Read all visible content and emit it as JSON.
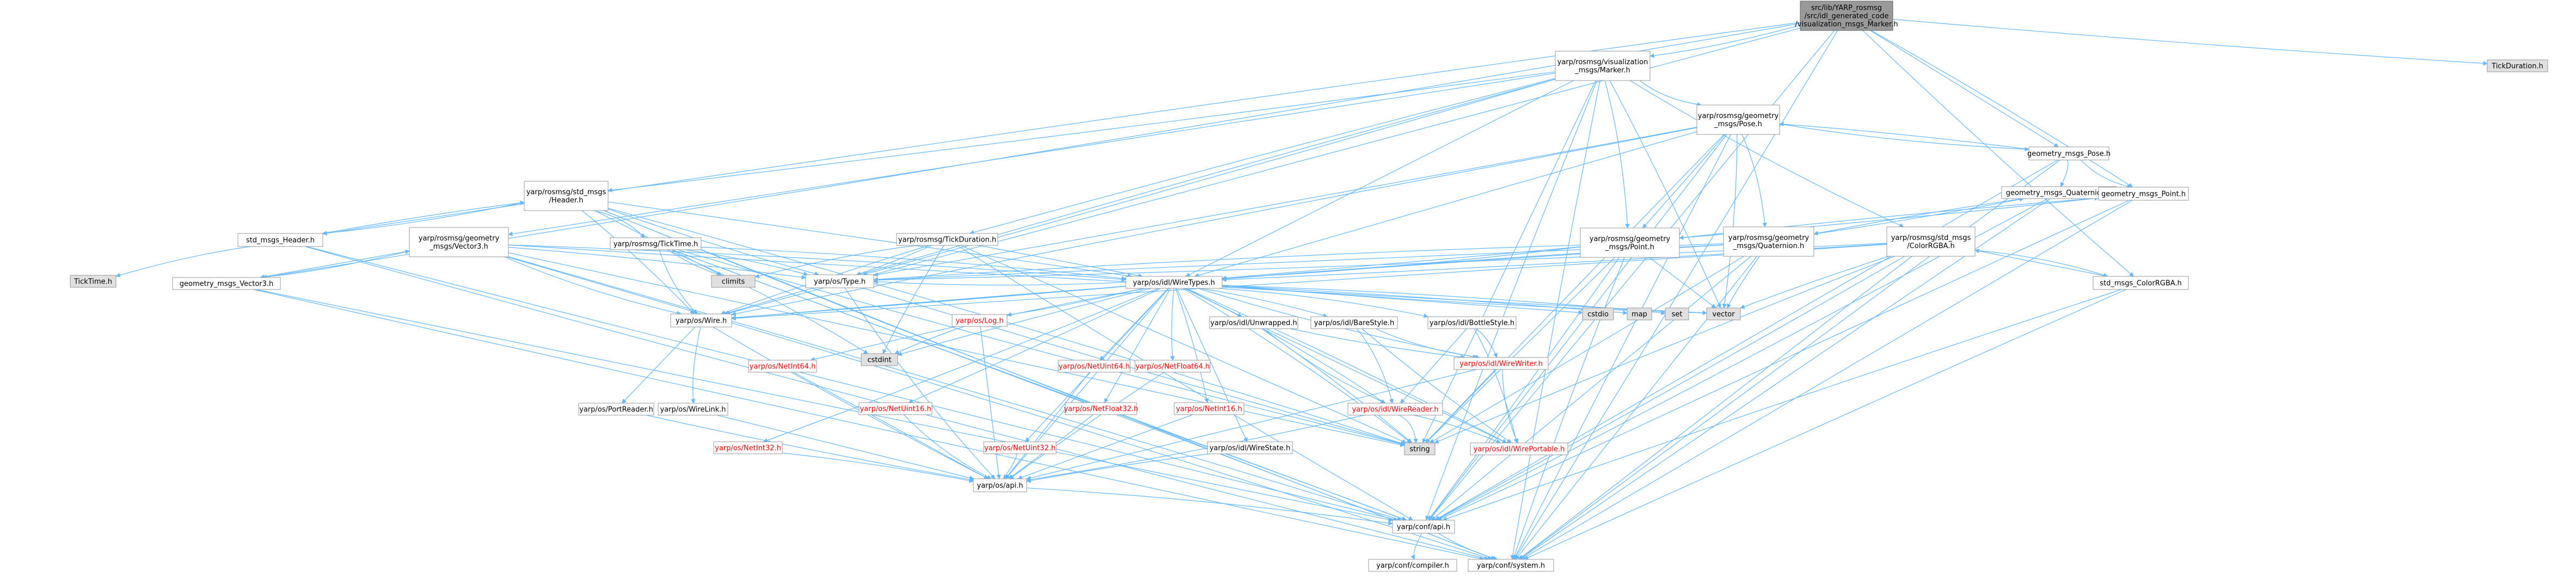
{
  "colors": {
    "node_fill": "#ffffff",
    "node_stroke": "#999999",
    "root_fill": "#999999",
    "root_stroke": "#666666",
    "ext_fill": "#e0e0e0",
    "ext_stroke": "#999999",
    "text": "#000000",
    "missing_text": "#ff0000",
    "edge": "#63b8ff"
  },
  "nodes": [
    {
      "id": "root",
      "lines": [
        "src/lib/YARP_rosmsg",
        "/src/idl_generated_code",
        "/visualization_msgs_Marker.h"
      ],
      "style": "root"
    },
    {
      "id": "marker",
      "lines": [
        "yarp/rosmsg/visualization",
        "_msgs/Marker.h"
      ],
      "style": "normal"
    },
    {
      "id": "tickduration_h",
      "lines": [
        "TickDuration.h"
      ],
      "style": "ext"
    },
    {
      "id": "pose",
      "lines": [
        "yarp/rosmsg/geometry",
        "_msgs/Pose.h"
      ],
      "style": "normal"
    },
    {
      "id": "gm_pose",
      "lines": [
        "geometry_msgs_Pose.h"
      ],
      "style": "normal"
    },
    {
      "id": "gm_quat",
      "lines": [
        "geometry_msgs_Quaternion.h"
      ],
      "style": "normal"
    },
    {
      "id": "gm_point",
      "lines": [
        "geometry_msgs_Point.h"
      ],
      "style": "normal"
    },
    {
      "id": "header",
      "lines": [
        "yarp/rosmsg/std_msgs",
        "/Header.h"
      ],
      "style": "normal"
    },
    {
      "id": "std_header",
      "lines": [
        "std_msgs_Header.h"
      ],
      "style": "normal"
    },
    {
      "id": "ticktime_ext",
      "lines": [
        "TickTime.h"
      ],
      "style": "ext"
    },
    {
      "id": "vector3",
      "lines": [
        "yarp/rosmsg/geometry",
        "_msgs/Vector3.h"
      ],
      "style": "normal"
    },
    {
      "id": "gm_vector3",
      "lines": [
        "geometry_msgs_Vector3.h"
      ],
      "style": "normal"
    },
    {
      "id": "ticktime",
      "lines": [
        "yarp/rosmsg/TickTime.h"
      ],
      "style": "normal"
    },
    {
      "id": "tickdur",
      "lines": [
        "yarp/rosmsg/TickDuration.h"
      ],
      "style": "normal"
    },
    {
      "id": "point",
      "lines": [
        "yarp/rosmsg/geometry",
        "_msgs/Point.h"
      ],
      "style": "normal"
    },
    {
      "id": "quat",
      "lines": [
        "yarp/rosmsg/geometry",
        "_msgs/Quaternion.h"
      ],
      "style": "normal"
    },
    {
      "id": "colorrgba",
      "lines": [
        "yarp/rosmsg/std_msgs",
        "/ColorRGBA.h"
      ],
      "style": "normal"
    },
    {
      "id": "std_color",
      "lines": [
        "std_msgs_ColorRGBA.h"
      ],
      "style": "normal"
    },
    {
      "id": "climits",
      "lines": [
        "climits"
      ],
      "style": "ext"
    },
    {
      "id": "type",
      "lines": [
        "yarp/os/Type.h"
      ],
      "style": "normal"
    },
    {
      "id": "wiretypes",
      "lines": [
        "yarp/os/idl/WireTypes.h"
      ],
      "style": "normal"
    },
    {
      "id": "cstdio",
      "lines": [
        "cstdio"
      ],
      "style": "ext"
    },
    {
      "id": "map",
      "lines": [
        "map"
      ],
      "style": "ext"
    },
    {
      "id": "set",
      "lines": [
        "set"
      ],
      "style": "ext"
    },
    {
      "id": "vector",
      "lines": [
        "vector"
      ],
      "style": "ext"
    },
    {
      "id": "log",
      "lines": [
        "yarp/os/Log.h"
      ],
      "style": "missing"
    },
    {
      "id": "wire",
      "lines": [
        "yarp/os/Wire.h"
      ],
      "style": "normal"
    },
    {
      "id": "cstdint",
      "lines": [
        "cstdint"
      ],
      "style": "ext"
    },
    {
      "id": "netint64",
      "lines": [
        "yarp/os/NetInt64.h"
      ],
      "style": "missing"
    },
    {
      "id": "netuint64",
      "lines": [
        "yarp/os/NetUint64.h"
      ],
      "style": "missing"
    },
    {
      "id": "netfloat64",
      "lines": [
        "yarp/os/NetFloat64.h"
      ],
      "style": "missing"
    },
    {
      "id": "unwrapped",
      "lines": [
        "yarp/os/idl/Unwrapped.h"
      ],
      "style": "normal"
    },
    {
      "id": "barestyle",
      "lines": [
        "yarp/os/idl/BareStyle.h"
      ],
      "style": "normal"
    },
    {
      "id": "bottlestyle",
      "lines": [
        "yarp/os/idl/BottleStyle.h"
      ],
      "style": "normal"
    },
    {
      "id": "wirewriter",
      "lines": [
        "yarp/os/idl/WireWriter.h"
      ],
      "style": "missing"
    },
    {
      "id": "netuint16",
      "lines": [
        "yarp/os/NetUint16.h"
      ],
      "style": "missing"
    },
    {
      "id": "netfloat32",
      "lines": [
        "yarp/os/NetFloat32.h"
      ],
      "style": "missing"
    },
    {
      "id": "netint16",
      "lines": [
        "yarp/os/NetInt16.h"
      ],
      "style": "missing"
    },
    {
      "id": "wirereader",
      "lines": [
        "yarp/os/idl/WireReader.h"
      ],
      "style": "missing"
    },
    {
      "id": "portreader",
      "lines": [
        "yarp/os/PortReader.h"
      ],
      "style": "normal"
    },
    {
      "id": "wirelink",
      "lines": [
        "yarp/os/WireLink.h"
      ],
      "style": "normal"
    },
    {
      "id": "string",
      "lines": [
        "string"
      ],
      "style": "ext"
    },
    {
      "id": "netint32",
      "lines": [
        "yarp/os/NetInt32.h"
      ],
      "style": "missing"
    },
    {
      "id": "netuint32",
      "lines": [
        "yarp/os/NetUint32.h"
      ],
      "style": "missing"
    },
    {
      "id": "wirestate",
      "lines": [
        "yarp/os/idl/WireState.h"
      ],
      "style": "normal"
    },
    {
      "id": "wireportable",
      "lines": [
        "yarp/os/idl/WirePortable.h"
      ],
      "style": "missing"
    },
    {
      "id": "api",
      "lines": [
        "yarp/os/api.h"
      ],
      "style": "normal"
    },
    {
      "id": "config_api",
      "lines": [
        "yarp/conf/api.h"
      ],
      "style": "normal"
    },
    {
      "id": "compiler",
      "lines": [
        "yarp/conf/compiler.h"
      ],
      "style": "normal"
    },
    {
      "id": "system",
      "lines": [
        "yarp/conf/system.h"
      ],
      "style": "normal"
    }
  ],
  "edges": [
    [
      "root",
      "marker"
    ],
    [
      "root",
      "tickduration_h"
    ],
    [
      "root",
      "gm_pose"
    ],
    [
      "root",
      "gm_point"
    ],
    [
      "root",
      "std_header"
    ],
    [
      "root",
      "gm_vector3"
    ],
    [
      "root",
      "std_color"
    ],
    [
      "root",
      "wire"
    ],
    [
      "root",
      "config_api"
    ],
    [
      "root",
      "system"
    ],
    [
      "marker",
      "pose"
    ],
    [
      "marker",
      "header"
    ],
    [
      "marker",
      "vector3"
    ],
    [
      "marker",
      "tickdur"
    ],
    [
      "marker",
      "point"
    ],
    [
      "marker",
      "colorrgba"
    ],
    [
      "marker",
      "type"
    ],
    [
      "marker",
      "wiretypes"
    ],
    [
      "marker",
      "vector"
    ],
    [
      "marker",
      "wire"
    ],
    [
      "marker",
      "config_api"
    ],
    [
      "marker",
      "system"
    ],
    [
      "marker",
      "string"
    ],
    [
      "pose",
      "point"
    ],
    [
      "pose",
      "quat"
    ],
    [
      "pose",
      "gm_pose"
    ],
    [
      "pose",
      "type"
    ],
    [
      "pose",
      "wiretypes"
    ],
    [
      "pose",
      "wire"
    ],
    [
      "pose",
      "vector"
    ],
    [
      "pose",
      "string"
    ],
    [
      "pose",
      "config_api"
    ],
    [
      "pose",
      "system"
    ],
    [
      "gm_pose",
      "pose"
    ],
    [
      "gm_pose",
      "gm_quat"
    ],
    [
      "gm_pose",
      "gm_point"
    ],
    [
      "gm_pose",
      "system"
    ],
    [
      "gm_pose",
      "config_api"
    ],
    [
      "gm_quat",
      "quat"
    ],
    [
      "gm_quat",
      "system"
    ],
    [
      "gm_quat",
      "config_api"
    ],
    [
      "gm_point",
      "point"
    ],
    [
      "gm_point",
      "system"
    ],
    [
      "gm_point",
      "config_api"
    ],
    [
      "header",
      "ticktime"
    ],
    [
      "header",
      "std_header"
    ],
    [
      "header",
      "type"
    ],
    [
      "header",
      "wiretypes"
    ],
    [
      "header",
      "wire"
    ],
    [
      "header",
      "string"
    ],
    [
      "header",
      "config_api"
    ],
    [
      "header",
      "system"
    ],
    [
      "header",
      "climits"
    ],
    [
      "std_header",
      "header"
    ],
    [
      "std_header",
      "ticktime_ext"
    ],
    [
      "std_header",
      "system"
    ],
    [
      "std_header",
      "config_api"
    ],
    [
      "vector3",
      "gm_vector3"
    ],
    [
      "vector3",
      "type"
    ],
    [
      "vector3",
      "wiretypes"
    ],
    [
      "vector3",
      "wire"
    ],
    [
      "vector3",
      "vector"
    ],
    [
      "vector3",
      "string"
    ],
    [
      "vector3",
      "config_api"
    ],
    [
      "vector3",
      "system"
    ],
    [
      "gm_vector3",
      "vector3"
    ],
    [
      "gm_vector3",
      "system"
    ],
    [
      "gm_vector3",
      "config_api"
    ],
    [
      "ticktime",
      "type"
    ],
    [
      "ticktime",
      "wiretypes"
    ],
    [
      "ticktime",
      "wire"
    ],
    [
      "ticktime",
      "climits"
    ],
    [
      "ticktime",
      "config_api"
    ],
    [
      "ticktime",
      "system"
    ],
    [
      "ticktime",
      "cstdint"
    ],
    [
      "ticktime",
      "string"
    ],
    [
      "tickdur",
      "type"
    ],
    [
      "tickdur",
      "wiretypes"
    ],
    [
      "tickdur",
      "wire"
    ],
    [
      "tickdur",
      "climits"
    ],
    [
      "tickdur",
      "cstdint"
    ],
    [
      "tickdur",
      "config_api"
    ],
    [
      "tickdur",
      "string"
    ],
    [
      "point",
      "gm_point"
    ],
    [
      "point",
      "type"
    ],
    [
      "point",
      "wiretypes"
    ],
    [
      "point",
      "wire"
    ],
    [
      "point",
      "vector"
    ],
    [
      "point",
      "string"
    ],
    [
      "point",
      "config_api"
    ],
    [
      "point",
      "system"
    ],
    [
      "quat",
      "gm_quat"
    ],
    [
      "quat",
      "type"
    ],
    [
      "quat",
      "wiretypes"
    ],
    [
      "quat",
      "wire"
    ],
    [
      "quat",
      "vector"
    ],
    [
      "quat",
      "string"
    ],
    [
      "quat",
      "config_api"
    ],
    [
      "quat",
      "system"
    ],
    [
      "colorrgba",
      "std_color"
    ],
    [
      "colorrgba",
      "type"
    ],
    [
      "colorrgba",
      "wiretypes"
    ],
    [
      "colorrgba",
      "wire"
    ],
    [
      "colorrgba",
      "vector"
    ],
    [
      "colorrgba",
      "string"
    ],
    [
      "colorrgba",
      "config_api"
    ],
    [
      "colorrgba",
      "system"
    ],
    [
      "std_color",
      "colorrgba"
    ],
    [
      "std_color",
      "system"
    ],
    [
      "std_color",
      "config_api"
    ],
    [
      "type",
      "api"
    ],
    [
      "type",
      "string"
    ],
    [
      "wiretypes",
      "cstdio"
    ],
    [
      "wiretypes",
      "map"
    ],
    [
      "wiretypes",
      "set"
    ],
    [
      "wiretypes",
      "vector"
    ],
    [
      "wiretypes",
      "log"
    ],
    [
      "wiretypes",
      "wire"
    ],
    [
      "wiretypes",
      "cstdint"
    ],
    [
      "wiretypes",
      "netint64"
    ],
    [
      "wiretypes",
      "netuint64"
    ],
    [
      "wiretypes",
      "netfloat64"
    ],
    [
      "wiretypes",
      "unwrapped"
    ],
    [
      "wiretypes",
      "barestyle"
    ],
    [
      "wiretypes",
      "bottlestyle"
    ],
    [
      "wiretypes",
      "wirewriter"
    ],
    [
      "wiretypes",
      "netuint16"
    ],
    [
      "wiretypes",
      "netfloat32"
    ],
    [
      "wiretypes",
      "netint16"
    ],
    [
      "wiretypes",
      "wirereader"
    ],
    [
      "wiretypes",
      "netint32"
    ],
    [
      "wiretypes",
      "netuint32"
    ],
    [
      "wiretypes",
      "wirestate"
    ],
    [
      "wiretypes",
      "wireportable"
    ],
    [
      "wiretypes",
      "string"
    ],
    [
      "wiretypes",
      "type"
    ],
    [
      "wiretypes",
      "api"
    ],
    [
      "log",
      "api"
    ],
    [
      "log",
      "cstdint"
    ],
    [
      "wire",
      "portreader"
    ],
    [
      "wire",
      "wirelink"
    ],
    [
      "wire",
      "api"
    ],
    [
      "netint64",
      "api"
    ],
    [
      "netuint64",
      "api"
    ],
    [
      "netfloat64",
      "api"
    ],
    [
      "netuint16",
      "api"
    ],
    [
      "netfloat32",
      "api"
    ],
    [
      "netint16",
      "api"
    ],
    [
      "netint32",
      "api"
    ],
    [
      "netuint32",
      "api"
    ],
    [
      "unwrapped",
      "wirereader"
    ],
    [
      "unwrapped",
      "wirewriter"
    ],
    [
      "unwrapped",
      "wireportable"
    ],
    [
      "unwrapped",
      "string"
    ],
    [
      "barestyle",
      "wirereader"
    ],
    [
      "barestyle",
      "wirewriter"
    ],
    [
      "barestyle",
      "wireportable"
    ],
    [
      "bottlestyle",
      "wirereader"
    ],
    [
      "bottlestyle",
      "wirewriter"
    ],
    [
      "bottlestyle",
      "wireportable"
    ],
    [
      "wirewriter",
      "wireportable"
    ],
    [
      "wirewriter",
      "string"
    ],
    [
      "wirewriter",
      "api"
    ],
    [
      "wirereader",
      "wireportable"
    ],
    [
      "wirereader",
      "string"
    ],
    [
      "wirereader",
      "api"
    ],
    [
      "portreader",
      "api"
    ],
    [
      "wirelink",
      "api"
    ],
    [
      "wirestate",
      "api"
    ],
    [
      "api",
      "config_api"
    ],
    [
      "config_api",
      "compiler"
    ],
    [
      "config_api",
      "system"
    ]
  ]
}
